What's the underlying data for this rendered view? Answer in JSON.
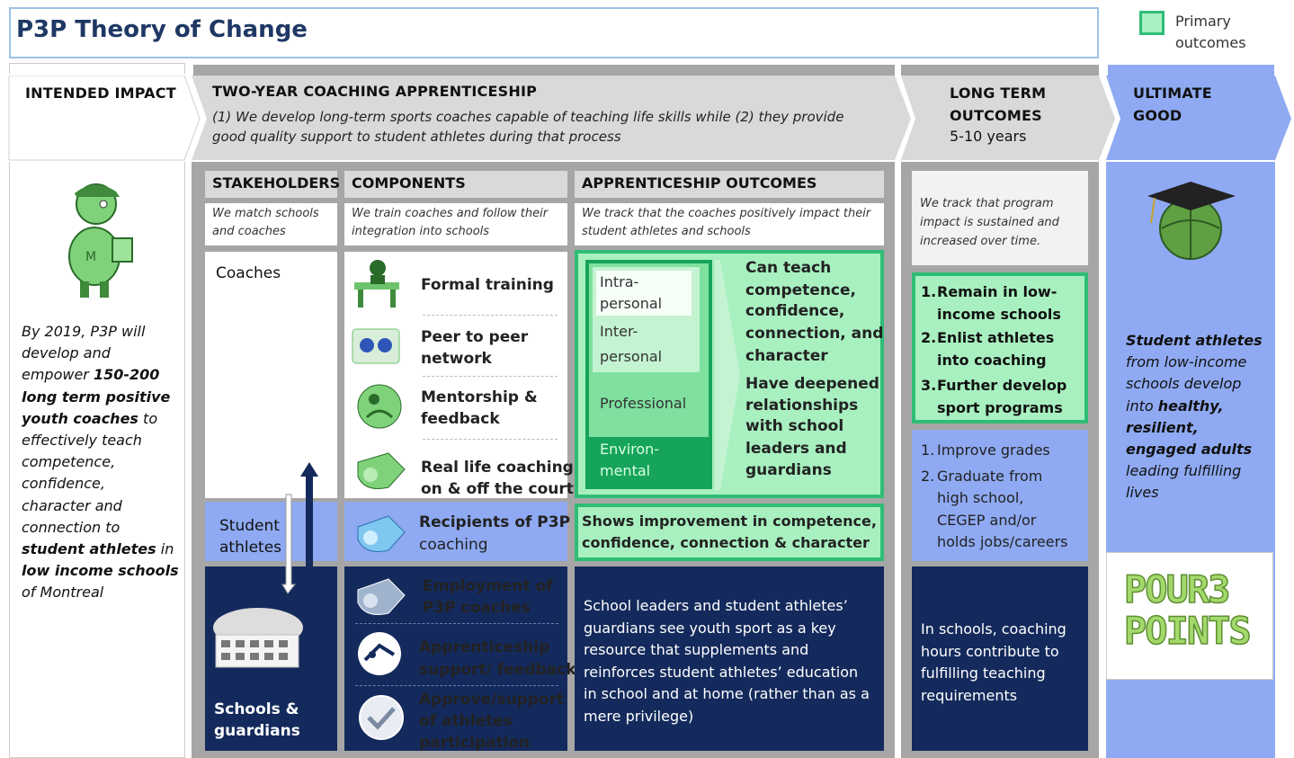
{
  "title": "P3P Theory of Change",
  "legend": {
    "label": "Primary outcomes",
    "swatch_color": "#a9f0c2",
    "border_color": "#2fbd76"
  },
  "headers": {
    "intended_impact": "INTENDED IMPACT",
    "apprenticeship": "TWO-YEAR COACHING APPRENTICESHIP",
    "apprenticeship_desc": "(1) We develop long-term sports coaches capable of teaching life skills while (2) they provide good quality support to student athletes during that process",
    "long_term_1": "LONG TERM",
    "long_term_2": "OUTCOMES",
    "long_term_years": "5-10 years",
    "ultimate_1": "ULTIMATE",
    "ultimate_2": "GOOD"
  },
  "intended_impact": {
    "lines": [
      {
        "t": "By 2019, P3P will",
        "b": false
      },
      {
        "t": "develop and",
        "b": false
      },
      {
        "t": "empower ",
        "b": false,
        "tail": "150-200"
      },
      {
        "t": "long term positive",
        "b": true
      },
      {
        "t": "youth coaches",
        "b": true,
        "tail2": " to"
      },
      {
        "t": "effectively teach",
        "b": false
      },
      {
        "t": "competence,",
        "b": false
      },
      {
        "t": "confidence,",
        "b": false
      },
      {
        "t": "character and",
        "b": false
      },
      {
        "t": "connection to",
        "b": false
      },
      {
        "t": "student athletes",
        "b": true,
        "tail2": " in"
      },
      {
        "t": "low income schools",
        "b": true
      },
      {
        "t": "of Montreal",
        "b": false
      }
    ]
  },
  "stakeholders": {
    "header": "STAKEHOLDERS",
    "sub": "We match schools and coaches",
    "coaches": "Coaches",
    "student_athletes_1": "Student",
    "student_athletes_2": "athletes",
    "schools_1": "Schools &",
    "schools_2": "guardians"
  },
  "components": {
    "header": "COMPONENTS",
    "sub": "We train coaches and follow their integration into schools",
    "items": [
      {
        "l1": "Formal training",
        "l2": ""
      },
      {
        "l1": "Peer to peer",
        "l2": "network"
      },
      {
        "l1": "Mentorship &",
        "l2": "feedback"
      },
      {
        "l1": "Real life coaching",
        "l2": "on & off the court"
      }
    ],
    "recipients_1": "Recipients of P3P",
    "recipients_2": "coaching",
    "navy_items": [
      {
        "l1": "Employment of",
        "l2": "P3P coaches",
        "l3": ""
      },
      {
        "l1": "Apprenticeship",
        "l2": "support/ feedback",
        "l3": ""
      },
      {
        "l1": "Approve/support",
        "l2": "of athletes",
        "l3": "participation"
      }
    ]
  },
  "apprenticeship_outcomes": {
    "header": "APPRENTICESHIP OUTCOMES",
    "sub": "We track that the coaches positively impact their student athletes  and schools",
    "levels": [
      {
        "l1": "Intra-",
        "l2": "personal"
      },
      {
        "l1": "Inter-",
        "l2": "personal"
      },
      {
        "l1": "Professional",
        "l2": ""
      },
      {
        "l1": "Environ-",
        "l2": "mental"
      }
    ],
    "can_teach": [
      "Can teach",
      "competence,",
      "confidence,",
      "connection, and",
      "character"
    ],
    "deepened": [
      "Have deepened",
      "relationships",
      "with school",
      "leaders and",
      "guardians"
    ],
    "improvement": [
      "Shows improvement in competence,",
      "confidence, connection & character"
    ],
    "school_leaders": [
      "School leaders and student athletes’",
      "guardians see youth sport as a key",
      "resource that supplements and",
      "reinforces student athletes’ education",
      "in school and at home (rather than as a",
      "mere privilege)"
    ]
  },
  "long_term": {
    "sub": "We track that program impact is sustained and increased over time.",
    "primary": [
      {
        "n": "1.",
        "l1": "Remain in low-",
        "l2": "income schools"
      },
      {
        "n": "2.",
        "l1": "Enlist athletes",
        "l2": "into coaching"
      },
      {
        "n": "3.",
        "l1": "Further develop",
        "l2": "sport programs"
      }
    ],
    "secondary": [
      {
        "n": "1.",
        "lines": [
          "Improve grades"
        ]
      },
      {
        "n": "2.",
        "lines": [
          "Graduate from",
          "high school,",
          "CEGEP and/or",
          "holds jobs/careers"
        ]
      }
    ],
    "navy": [
      "In schools, coaching",
      "hours contribute to",
      "fulfilling teaching",
      "requirements"
    ]
  },
  "ultimate": {
    "lines": [
      {
        "t": "Student athletes",
        "b": true
      },
      {
        "t": "from low-income",
        "b": false
      },
      {
        "t": "schools develop",
        "b": false
      },
      {
        "t": "into ",
        "b": false,
        "tail": "healthy,"
      },
      {
        "t": "resilient,",
        "b": true
      },
      {
        "t": "engaged adults",
        "b": true
      },
      {
        "t": "leading fulfilling",
        "b": false
      },
      {
        "t": "lives",
        "b": false
      }
    ],
    "logo_1": "POUR3",
    "logo_2": "POINTS"
  },
  "colors": {
    "navy": "#142a5c",
    "blue": "#8faaf2",
    "green": "#2fbd76",
    "light_green": "#a8f0c0",
    "gray": "#a6a6a6"
  }
}
